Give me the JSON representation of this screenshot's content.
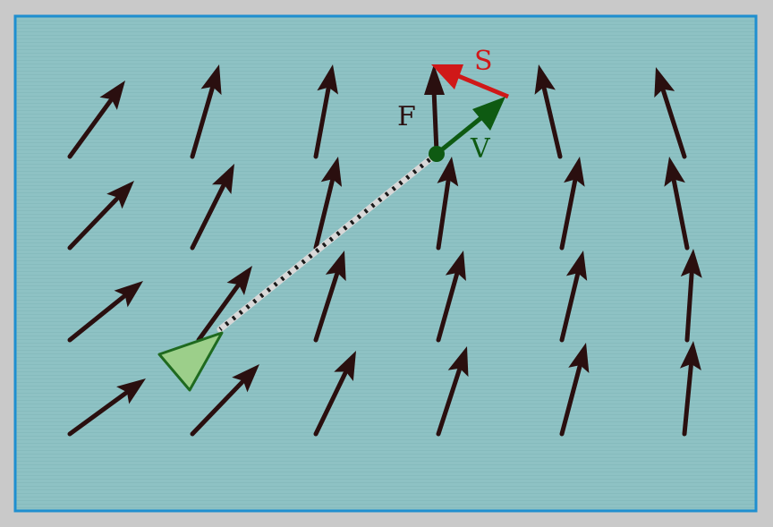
{
  "diagram": {
    "labels": {
      "steering": "S",
      "force": "F",
      "velocity": "V"
    },
    "colors": {
      "background": "#8ec2c4",
      "border": "#1f8fd0",
      "frame": "#c9c9c9",
      "field_arrow": "#2a0f0f",
      "steering": "#d01818",
      "velocity": "#0e5a12",
      "agent_fill": "#9ccf8a",
      "agent_stroke": "#1f6a1f",
      "trail_light": "#d8d8d8",
      "trail_dark": "#1a1a1a"
    }
  }
}
